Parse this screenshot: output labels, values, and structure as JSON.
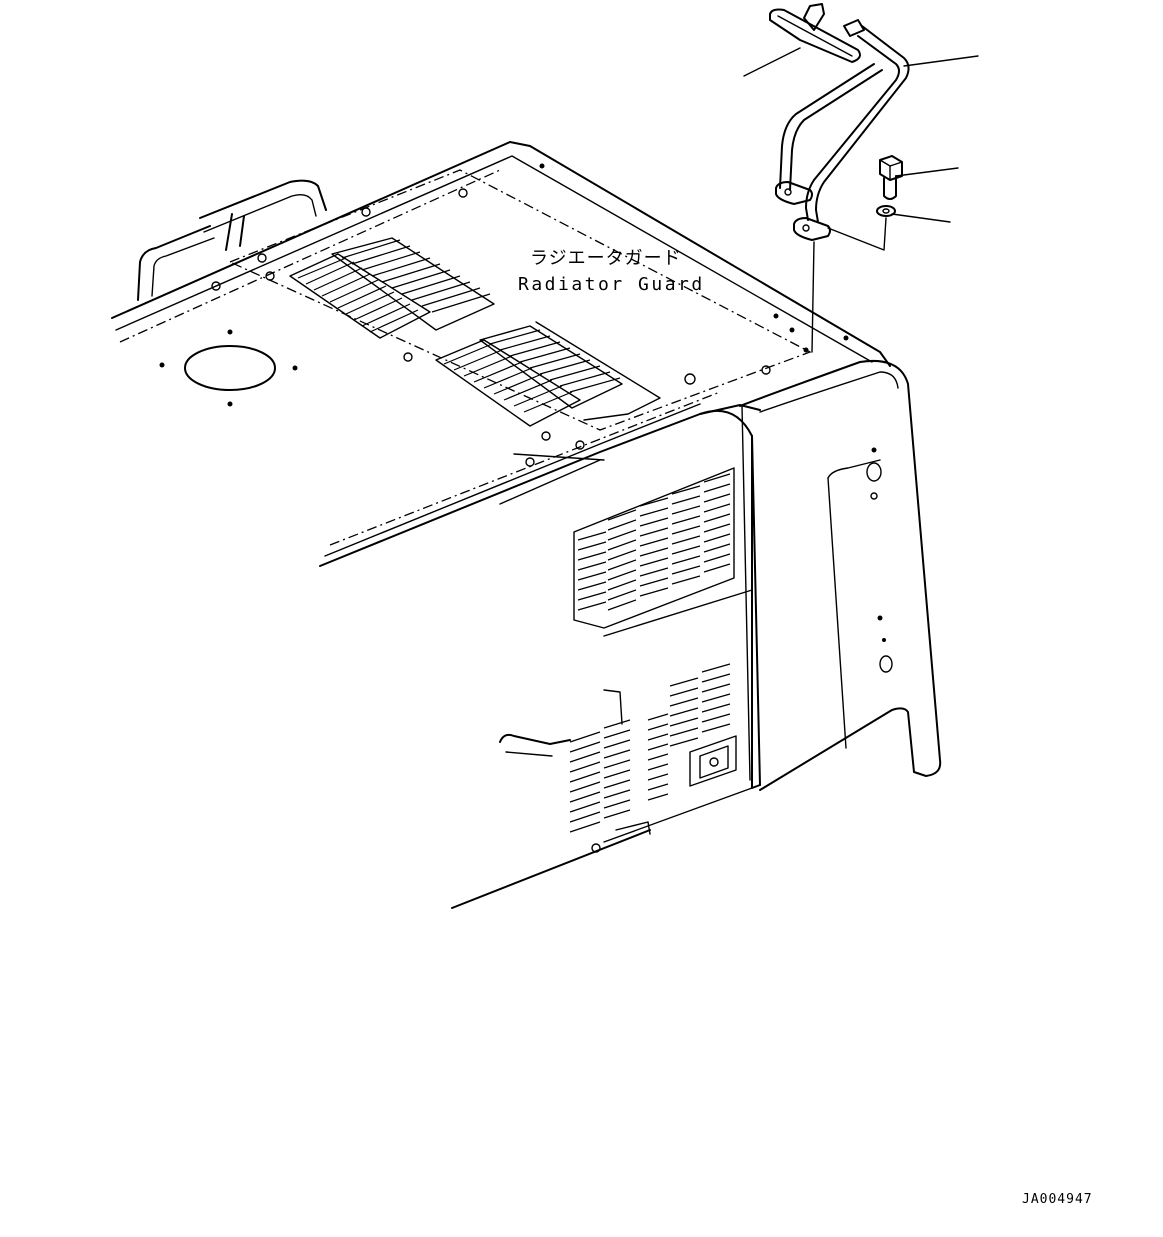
{
  "label": {
    "japanese": "ラジエータガード",
    "english": "Radiator Guard"
  },
  "drawing_code": "JA004947"
}
